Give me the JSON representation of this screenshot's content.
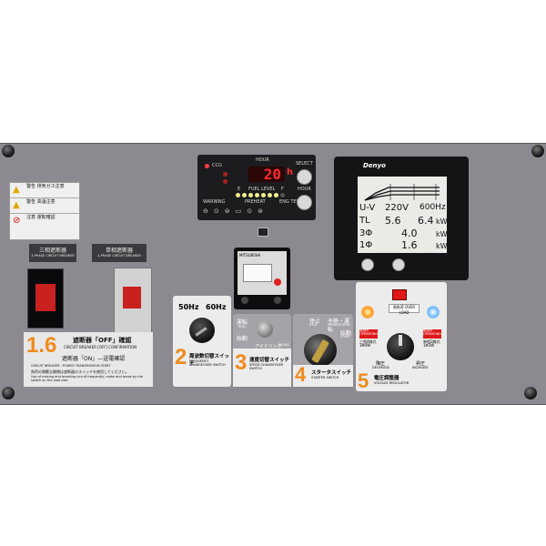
{
  "controller": {
    "hour_label": "HOUR",
    "display_value": "20",
    "display_unit": "h",
    "ccg_label": "CCG",
    "fuel_level_label": "FUEL LEVEL",
    "e_label": "E",
    "f_label": "F",
    "warning_label": "WARNING",
    "preheat_label": "PREHEAT",
    "eng_temp_label": "ENG TEMP",
    "select_label": "SELECT",
    "hour_button_label": "HOUR"
  },
  "meter": {
    "brand": "Denyo",
    "row1_label": "U-V",
    "row1_voltage": "220V",
    "row1_freq": "600Hz",
    "row2_label": "TL",
    "row2_value": "5.6",
    "row2_right": "6.4",
    "row2_unit": "kW",
    "row3_label": "3Φ",
    "row3_value": "4.0",
    "row3_unit": "kW",
    "row4_label": "1Φ",
    "row4_value": "1.6",
    "row4_unit": "kW",
    "colors": {
      "lcd_bg": "#e9ebe6",
      "frame": "#141416"
    }
  },
  "warnings": {
    "items": [
      {
        "text": "警告 排気ガス注意"
      },
      {
        "text": "警告 高温注意"
      },
      {
        "text": "注意 運転確認"
      }
    ]
  },
  "breakers": {
    "three_phase_title": "三相遮断器",
    "three_phase_sub": "3-PHASE CIRCUIT BREAKER",
    "single_phase_title": "単相遮断器",
    "single_phase_sub": "1-PHASE CIRCUIT BREAKER",
    "number": "1.6",
    "confirm_title": "遮断器「OFF」確認",
    "confirm_sub": "CIRCUIT BREAKER [OFF] CONFIRMATION",
    "on_note": "遮断器「ON」—送電確認",
    "on_note_sub": "CIRCUIT BREAKER : POWER TRANSMISSION START",
    "caution_note": "負荷の頻繁な開閉は遮断器のスイッチを使用してください。",
    "caution_note_en": "Use of making and breaking circuit frequently, make and break by the switch on the load side."
  },
  "frequency": {
    "number": "2",
    "hz50": "50Hz",
    "hz60": "60Hz",
    "title": "周波数切替スイッチ",
    "sub": "FREQUENCY CHANGEOVER SWITCH"
  },
  "speed_relay": {
    "brand": "MITSUBISHI"
  },
  "speed": {
    "number": "3",
    "run_label": "運転",
    "run_en": "RUN",
    "start_label": "始動",
    "idle_label": "アイドリング",
    "idle_en": "IDLING",
    "title": "速度切替スイッチ",
    "sub": "SPEED CHANGEOVER SWITCH"
  },
  "starter": {
    "number": "4",
    "stop_label": "停止",
    "stop_en": "STOP",
    "preheat_run_label": "予熱・運転",
    "preheat_run_en": "PREHEAT/RUN",
    "start_label": "始動",
    "start_en": "START",
    "title": "スタータスイッチ",
    "sub": "STARTER SWITCH"
  },
  "voltage": {
    "number": "5",
    "overload_label": "過負荷",
    "overload_en": "OVER LOAD",
    "left_mode": "使用可\nOPERATING",
    "left_mode_desc": "三相4線式\n3Φ4W",
    "right_mode": "使用可\nOPERATING",
    "right_mode_desc": "単相3線式\n1Φ3W",
    "decrease_label": "降圧",
    "decrease_en": "DECREASE",
    "increase_label": "昇圧",
    "increase_en": "INCREASE",
    "title": "電圧調整器",
    "sub": "VOLTAGE REGULATOR"
  }
}
